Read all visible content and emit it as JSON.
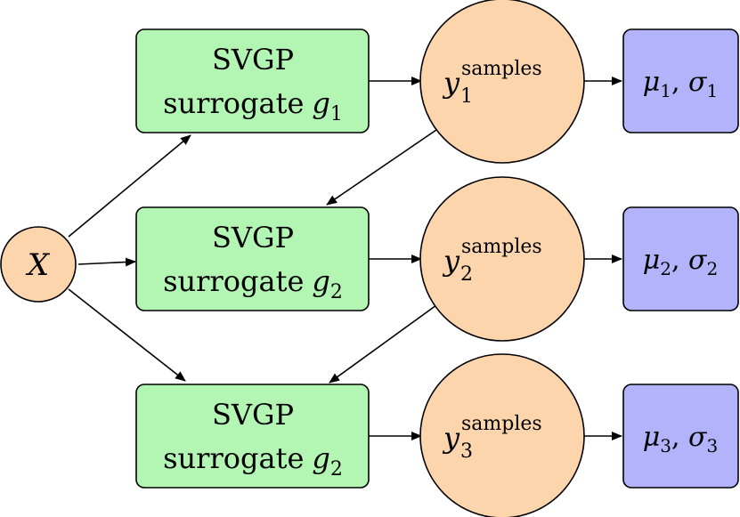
{
  "colors": {
    "surrogate_fill": "#b3f5b3",
    "samples_fill": "#fcd5ac",
    "output_fill": "#b3b3fc",
    "input_fill": "#fcd5ac",
    "stroke": "#000000"
  },
  "input_node": {
    "label": "X"
  },
  "surrogates": [
    {
      "line1": "SVGP",
      "word": "surrogate",
      "var": "g",
      "sub": "1"
    },
    {
      "line1": "SVGP",
      "word": "surrogate",
      "var": "g",
      "sub": "2"
    },
    {
      "line1": "SVGP",
      "word": "surrogate",
      "var": "g",
      "sub": "2"
    }
  ],
  "samples": [
    {
      "var": "y",
      "sub": "1",
      "sup": "samples"
    },
    {
      "var": "y",
      "sub": "2",
      "sup": "samples"
    },
    {
      "var": "y",
      "sub": "3",
      "sup": "samples"
    }
  ],
  "outputs": [
    {
      "mu": "μ",
      "mu_sub": "1",
      "sep": ", ",
      "sigma": "σ",
      "sigma_sub": "1"
    },
    {
      "mu": "μ",
      "mu_sub": "2",
      "sep": ", ",
      "sigma": "σ",
      "sigma_sub": "2"
    },
    {
      "mu": "μ",
      "mu_sub": "3",
      "sep": ", ",
      "sigma": "σ",
      "sigma_sub": "3"
    }
  ]
}
